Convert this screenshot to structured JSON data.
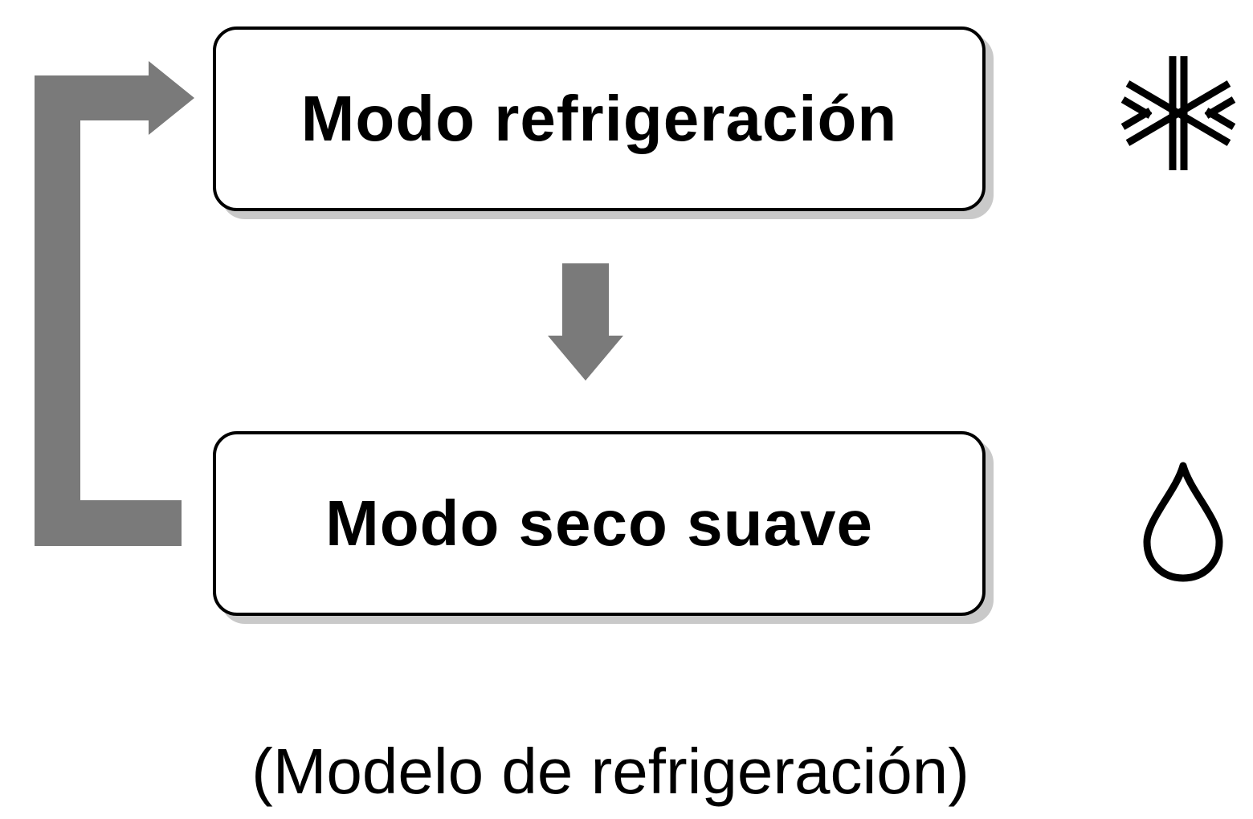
{
  "modes": {
    "cool": {
      "label": "Modo refrigeración",
      "icon": "snowflake-icon"
    },
    "dry": {
      "label": "Modo seco suave",
      "icon": "water-drop-icon"
    }
  },
  "caption": "(Modelo de refrigeración)",
  "colors": {
    "arrow": "#7a7a7a",
    "box_border": "#000000",
    "box_shadow": "#c9c9c9",
    "text": "#000000"
  }
}
